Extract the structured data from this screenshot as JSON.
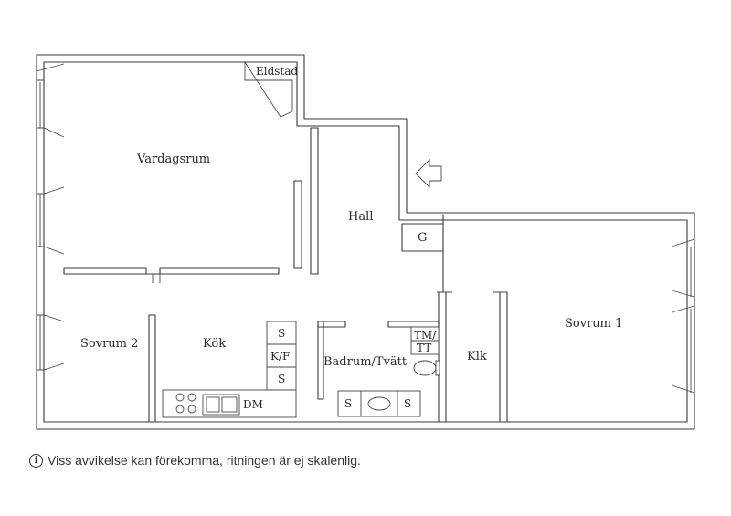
{
  "rooms": {
    "eldstad": "Eldstad",
    "vardagsrum": "Vardagsrum",
    "hall": "Hall",
    "garderob": "G",
    "sovrum1": "Sovrum 1",
    "sovrum2": "Sovrum 2",
    "kok": "Kök",
    "badrum": "Badrum/Tvätt",
    "klk": "Klk"
  },
  "fixtures": {
    "kok_s_top": "S",
    "kok_kf": "K/F",
    "kok_s_bottom": "S",
    "dm": "DM",
    "tm_line1": "TM/",
    "tm_line2": "TT",
    "bad_s_left": "S",
    "bad_s_right": "S"
  },
  "footnote": {
    "icon": "info-icon",
    "text": "Viss avvikelse kan förekomma, ritningen är ej skalenlig."
  }
}
